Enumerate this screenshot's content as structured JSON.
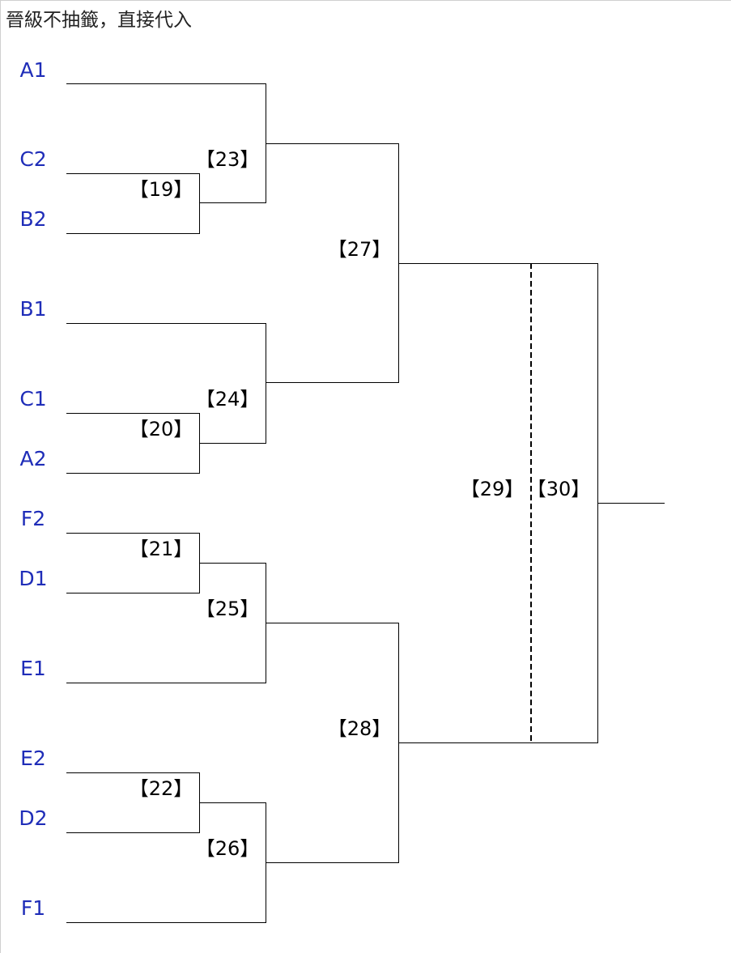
{
  "title": "晉級不抽籤，直接代入",
  "colors": {
    "team": "#1f2db8",
    "line": "#000000",
    "text": "#000000"
  },
  "teams": [
    "A1",
    "C2",
    "B2",
    "B1",
    "C1",
    "A2",
    "F2",
    "D1",
    "E1",
    "E2",
    "D2",
    "F1"
  ],
  "matches": [
    "【19】",
    "【20】",
    "【21】",
    "【22】",
    "【23】",
    "【24】",
    "【25】",
    "【26】",
    "【27】",
    "【28】",
    "【29】",
    "【30】"
  ]
}
